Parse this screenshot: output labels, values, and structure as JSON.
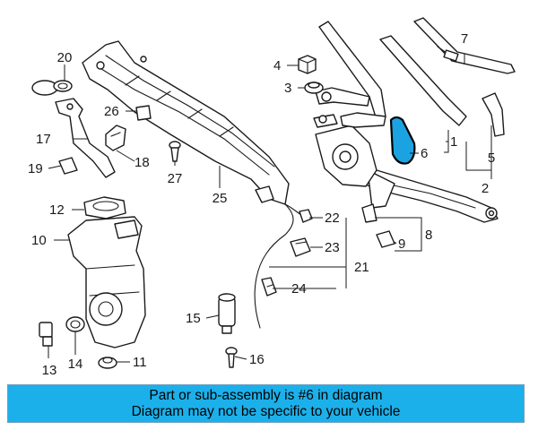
{
  "callouts": {
    "c1": "1",
    "c2": "2",
    "c3": "3",
    "c4": "4",
    "c5": "5",
    "c6": "6",
    "c7": "7",
    "c8": "8",
    "c9": "9",
    "c10": "10",
    "c11": "11",
    "c12": "12",
    "c13": "13",
    "c14": "14",
    "c15": "15",
    "c16": "16",
    "c17": "17",
    "c18": "18",
    "c19": "19",
    "c20": "20",
    "c21": "21",
    "c22": "22",
    "c23": "23",
    "c24": "24",
    "c25": "25",
    "c26": "26",
    "c27": "27"
  },
  "highlight": {
    "part_number": "6",
    "color": "#1aa3e0"
  },
  "banner": {
    "line1": "Part or sub-assembly is #6 in diagram",
    "line2": "Diagram may not be specific to your vehicle",
    "background": "#1cb0ea"
  }
}
